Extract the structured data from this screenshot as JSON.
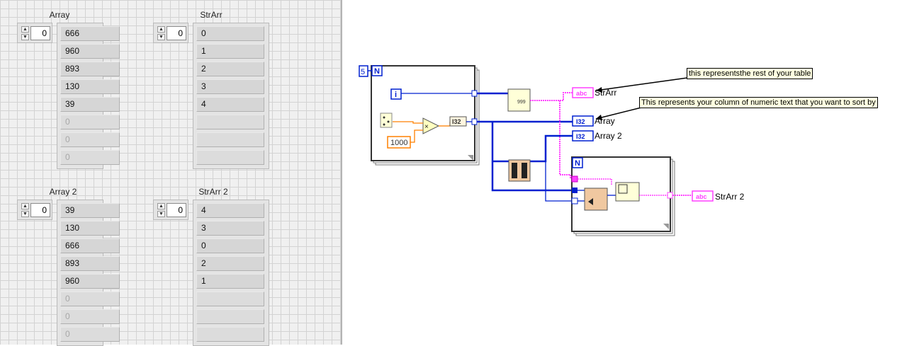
{
  "front_panel": {
    "array": {
      "label": "Array",
      "index": "0",
      "values": [
        "666",
        "960",
        "893",
        "130",
        "39",
        "0",
        "0",
        "0"
      ]
    },
    "strarr": {
      "label": "StrArr",
      "index": "0",
      "values": [
        "0",
        "1",
        "2",
        "3",
        "4",
        "",
        "",
        ""
      ]
    },
    "array2": {
      "label": "Array 2",
      "index": "0",
      "values": [
        "39",
        "130",
        "666",
        "893",
        "960",
        "0",
        "0",
        "0"
      ]
    },
    "strarr2": {
      "label": "StrArr 2",
      "index": "0",
      "values": [
        "4",
        "3",
        "0",
        "2",
        "1",
        "",
        "",
        ""
      ]
    }
  },
  "diagram": {
    "loop_count": "5",
    "loop_n": "N",
    "loop_i": "i",
    "constant_1000": "1000",
    "multiply": "×",
    "i32": "I32",
    "format_999": "999",
    "abc": "abc",
    "terminals": {
      "strarr": "StrArr",
      "array": "Array",
      "array2": "Array 2",
      "strarr2": "StrArr 2"
    },
    "notes": {
      "rest_of_table": "this representsthe rest of your table",
      "numeric_column": "This represents your column of numeric text that you want to sort by"
    }
  },
  "colors": {
    "integer_wire": "#0020d0",
    "string_wire": "#ff40ff",
    "orange_wire": "#ff8000",
    "loop_border": "#333333"
  }
}
